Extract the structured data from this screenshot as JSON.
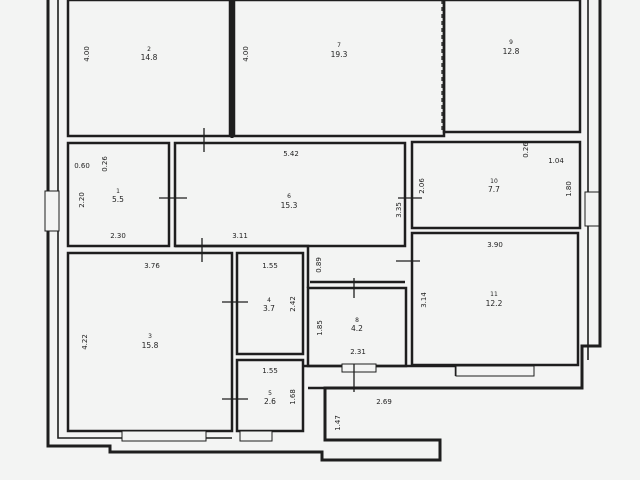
{
  "rooms": [
    {
      "id": "r2",
      "number": "2",
      "area": "14.8",
      "side_dim": "4.00"
    },
    {
      "id": "r7",
      "number": "7",
      "area": "19.3",
      "side_dim": "4.00"
    },
    {
      "id": "r9",
      "number": "9",
      "area": "12.8"
    },
    {
      "id": "r1",
      "number": "1",
      "area": "5.5",
      "dims": [
        "0.60",
        "0.26",
        "2.20",
        "2.30"
      ]
    },
    {
      "id": "r6",
      "number": "6",
      "area": "15.3",
      "dims": [
        "5.42",
        "3.11",
        "3.35",
        "0.89"
      ]
    },
    {
      "id": "r10",
      "number": "10",
      "area": "7.7",
      "dims": [
        "0.26",
        "1.04",
        "2.06",
        "1.80"
      ]
    },
    {
      "id": "r3",
      "number": "3",
      "area": "15.8",
      "dims": [
        "3.76",
        "4.22"
      ]
    },
    {
      "id": "r4",
      "number": "4",
      "area": "3.7",
      "dims": [
        "1.55",
        "2.42"
      ]
    },
    {
      "id": "r8",
      "number": "8",
      "area": "4.2",
      "dims": [
        "1.85",
        "2.31"
      ]
    },
    {
      "id": "r11",
      "number": "11",
      "area": "12.2",
      "dims": [
        "3.90",
        "3.14"
      ]
    },
    {
      "id": "r5",
      "number": "5",
      "area": "2.6",
      "dims": [
        "1.55",
        "1.68"
      ]
    }
  ],
  "porch": {
    "dims": [
      "2.69",
      "1.47"
    ]
  },
  "colors": {
    "wall": "#1e1e1e",
    "background": "#f3f4f3",
    "ink": "#222222"
  }
}
